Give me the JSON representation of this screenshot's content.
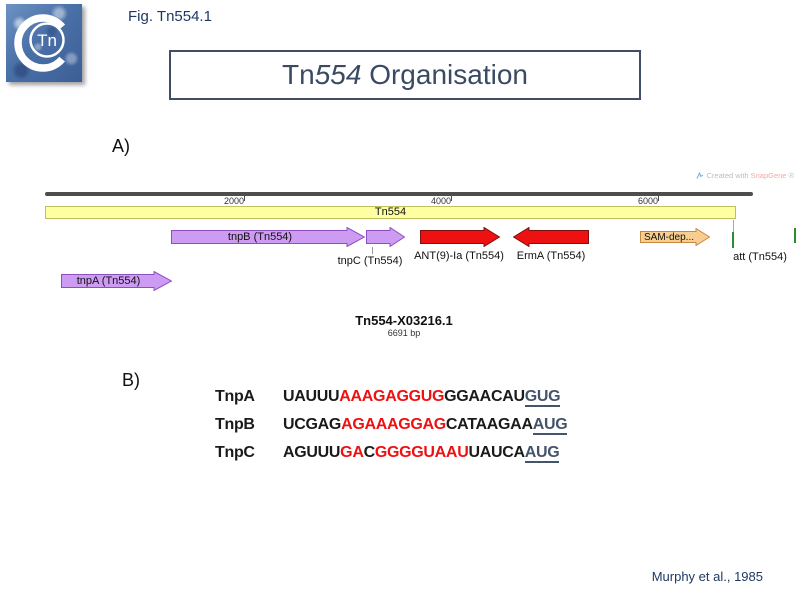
{
  "slide": {
    "fig_label": "Fig. Tn554.1",
    "title": {
      "pre": "Tn",
      "italic": "554",
      "post": " Organisation"
    },
    "section_a_label": "A)",
    "section_b_label": "B)",
    "citation": "Murphy et al., 1985"
  },
  "logo": {
    "circle_text": "Tn"
  },
  "map": {
    "watermark": {
      "prefix": "Created with",
      "brand": "SnapGene",
      "registered": "®"
    },
    "ruler_ticks": [
      {
        "label": "2000"
      },
      {
        "label": "4000"
      },
      {
        "label": "6000"
      }
    ],
    "backbone": {
      "label": "Tn554"
    },
    "features": [
      {
        "id": "tnpB",
        "label": "tnpB (Tn554)",
        "color": "#CD9BF1",
        "direction": "right"
      },
      {
        "id": "tnpC",
        "label": "tnpC (Tn554)",
        "color": "#CD9BF1",
        "direction": "right"
      },
      {
        "id": "ant9",
        "label": "ANT(9)-Ia (Tn554)",
        "color": "#EE1111",
        "direction": "right"
      },
      {
        "id": "ermA",
        "label": "ErmA (Tn554)",
        "color": "#EE1111",
        "direction": "left"
      },
      {
        "id": "sam",
        "label": "SAM-dep...",
        "color": "#F7CD90",
        "direction": "right"
      },
      {
        "id": "att",
        "label": "att (Tn554)",
        "color": "#2E8B2E",
        "direction": "none"
      },
      {
        "id": "tnpA",
        "label": "tnpA (Tn554)",
        "color": "#CD9BF1",
        "direction": "right"
      }
    ],
    "accession": "Tn554-X03216.1",
    "length_label": "6691 bp"
  },
  "sequences": [
    {
      "name": "TnpA",
      "segments": [
        {
          "text": "UAUUU",
          "style": "plain"
        },
        {
          "text": "AAAGAGGUG",
          "style": "red"
        },
        {
          "text": "GGAACAU",
          "style": "plain"
        },
        {
          "text": "GUG",
          "style": "start"
        }
      ]
    },
    {
      "name": "TnpB",
      "segments": [
        {
          "text": "UCGAG",
          "style": "plain"
        },
        {
          "text": "AGAAAGGAG",
          "style": "red"
        },
        {
          "text": "CATAAGAA",
          "style": "plain"
        },
        {
          "text": "AUG",
          "style": "start"
        }
      ]
    },
    {
      "name": "TnpC",
      "segments": [
        {
          "text": "AGUUU",
          "style": "plain"
        },
        {
          "text": "GA",
          "style": "red"
        },
        {
          "text": "C",
          "style": "plain"
        },
        {
          "text": "GGGGUAAU",
          "style": "red"
        },
        {
          "text": "UAUCA",
          "style": "plain"
        },
        {
          "text": "AUG",
          "style": "start"
        }
      ]
    }
  ],
  "colors": {
    "heading_blue": "#1F3864",
    "title_text": "#3A4A63",
    "gene_purple_fill": "#CD9BF1",
    "gene_purple_stroke": "#8E4FC0",
    "gene_red_fill": "#EE1111",
    "gene_red_stroke": "#7F1010",
    "gene_orange_fill": "#F7CD90",
    "gene_orange_stroke": "#C58A3E",
    "backbone_yellow_fill": "#FEFFA3",
    "backbone_yellow_stroke": "#BFBF5F",
    "att_green": "#2E8B2E",
    "ruler_gray": "#4D4D4D",
    "seq_red": "#EE1111",
    "seq_start_slate": "#44546A"
  }
}
